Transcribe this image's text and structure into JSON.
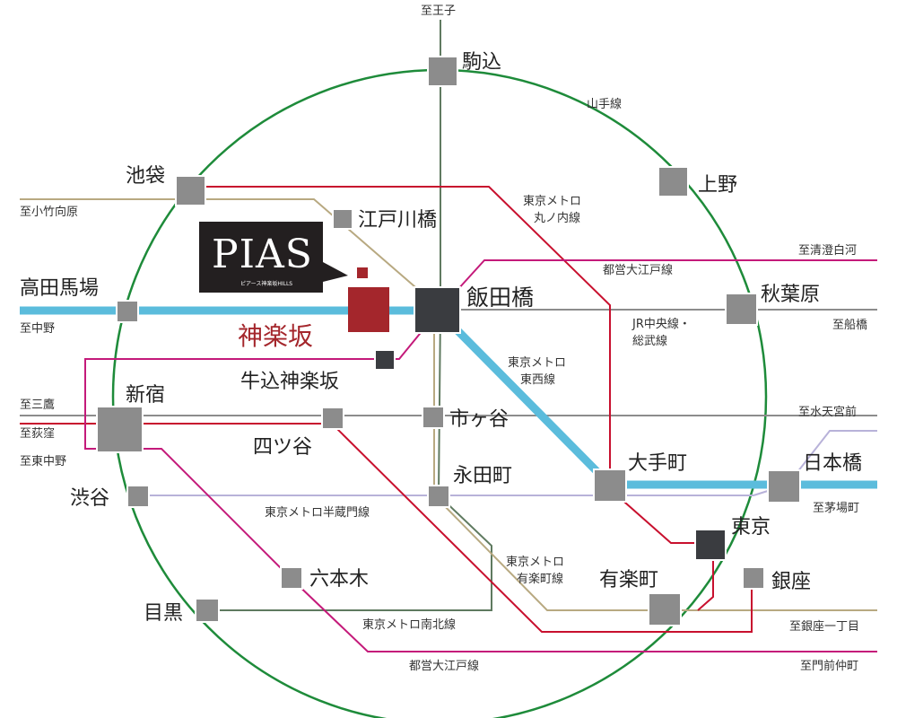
{
  "colors": {
    "yamanote": "#1e8b3a",
    "marunouchi": "#c8102e",
    "tozai": "#5bbcdc",
    "chuo_sobu": "#8c8c8c",
    "oedo": "#c41a7a",
    "hanzomon": "#b8b2d9",
    "yurakucho": "#b8a981",
    "namboku": "#5f7a60",
    "station_gray": "#8c8c8c",
    "station_dark": "#3a3c40",
    "highlight": "#a4262c"
  },
  "logo": {
    "title": "PIAS",
    "subtitle": "ピアース神楽坂HILLS"
  },
  "highlight": {
    "label": "神楽坂"
  },
  "stations": {
    "komagome": "駒込",
    "ueno": "上野",
    "ikebukuro": "池袋",
    "edogawabashi": "江戸川橋",
    "takadanobaba": "高田馬場",
    "iidabashi": "飯田橋",
    "akihabara": "秋葉原",
    "ushigome": "牛込神楽坂",
    "shinjuku": "新宿",
    "yotsuya": "四ツ谷",
    "ichigaya": "市ヶ谷",
    "otemachi": "大手町",
    "nihonbashi": "日本橋",
    "shibuya": "渋谷",
    "nagatacho": "永田町",
    "tokyo": "東京",
    "roppongi": "六本木",
    "yurakucho": "有楽町",
    "ginza": "銀座",
    "meguro": "目黒"
  },
  "directions": {
    "oji": "至王子",
    "kotakemukaihara": "至小竹向原",
    "kiyosumi": "至清澄白河",
    "nakano": "至中野",
    "funabashi": "至船橋",
    "mitaka": "至三鷹",
    "ogikubo": "至荻窪",
    "higashinakano": "至東中野",
    "suitengumae": "至水天宮前",
    "kayabacho": "至茅場町",
    "ginza1": "至銀座一丁目",
    "monzennakacho": "至門前仲町"
  },
  "lines": {
    "yamanote": "山手線",
    "marunouchi": [
      "東京メトロ",
      "丸ノ内線"
    ],
    "oedo_top": "都営大江戸線",
    "chuo_sobu": [
      "JR中央線・",
      "総武線"
    ],
    "tozai": [
      "東京メトロ",
      "東西線"
    ],
    "hanzomon": "東京メトロ半蔵門線",
    "yurakucho": [
      "東京メトロ",
      "有楽町線"
    ],
    "namboku": "東京メトロ南北線",
    "oedo_bottom": "都営大江戸線"
  }
}
